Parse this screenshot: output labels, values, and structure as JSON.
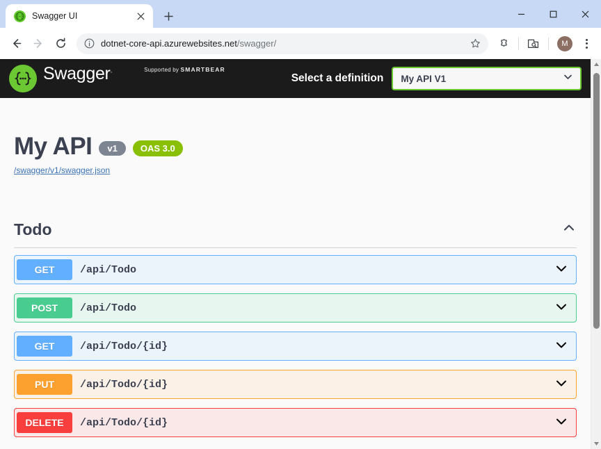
{
  "browser": {
    "tab": {
      "title": "Swagger UI",
      "favicon_icon": "swagger-favicon",
      "close_icon": "close-icon"
    },
    "new_tab_icon": "plus-icon",
    "window_controls": {
      "minimize_icon": "minimize-icon",
      "maximize_icon": "maximize-icon",
      "close_icon": "window-close-icon"
    },
    "nav": {
      "back_icon": "back-arrow-icon",
      "forward_icon": "forward-arrow-icon",
      "reload_icon": "reload-icon"
    },
    "omnibox": {
      "info_icon": "site-info-icon",
      "url_main": "dotnet-core-api.azurewebsites.net",
      "url_path": "/swagger/",
      "star_icon": "bookmark-star-icon"
    },
    "toolbar_icons": {
      "extensions_icon": "extensions-puzzle-icon",
      "tab_search_icon": "tab-search-icon",
      "menu_icon": "three-dot-menu-icon"
    },
    "profile": {
      "initial": "M"
    }
  },
  "swagger": {
    "topbar": {
      "logo_text": "Swagger",
      "logo_tm": ".",
      "supported_by_prefix": "Supported by",
      "supported_by_brand": "SMARTBEAR",
      "select_label": "Select a definition",
      "selected_definition": "My API V1",
      "dropdown_icon": "chevron-down-icon"
    },
    "info": {
      "title": "My API",
      "version_badge": "v1",
      "oas_badge": "OAS 3.0",
      "spec_url": "/swagger/v1/swagger.json"
    },
    "tag": {
      "name": "Todo",
      "collapse_icon": "chevron-up-icon"
    },
    "operations": [
      {
        "method": "GET",
        "path": "/api/Todo",
        "style": "get",
        "expand_icon": "chevron-down-icon"
      },
      {
        "method": "POST",
        "path": "/api/Todo",
        "style": "post",
        "expand_icon": "chevron-down-icon"
      },
      {
        "method": "GET",
        "path": "/api/Todo/{id}",
        "style": "get",
        "expand_icon": "chevron-down-icon"
      },
      {
        "method": "PUT",
        "path": "/api/Todo/{id}",
        "style": "put",
        "expand_icon": "chevron-down-icon"
      },
      {
        "method": "DELETE",
        "path": "/api/Todo/{id}",
        "style": "delete",
        "expand_icon": "chevron-down-icon"
      }
    ],
    "colors": {
      "get": "#61affe",
      "post": "#49cc90",
      "put": "#fca130",
      "delete": "#f93e3e",
      "brand_green": "#6bc832",
      "topbar_bg": "#1b1b1b",
      "oas_badge": "#89bf04",
      "version_badge": "#7d8492"
    }
  },
  "scrollbar": {
    "up_arrow_icon": "scroll-up-arrow-icon",
    "down_arrow_icon": "scroll-down-arrow-icon",
    "thumb": "scrollbar-thumb"
  }
}
